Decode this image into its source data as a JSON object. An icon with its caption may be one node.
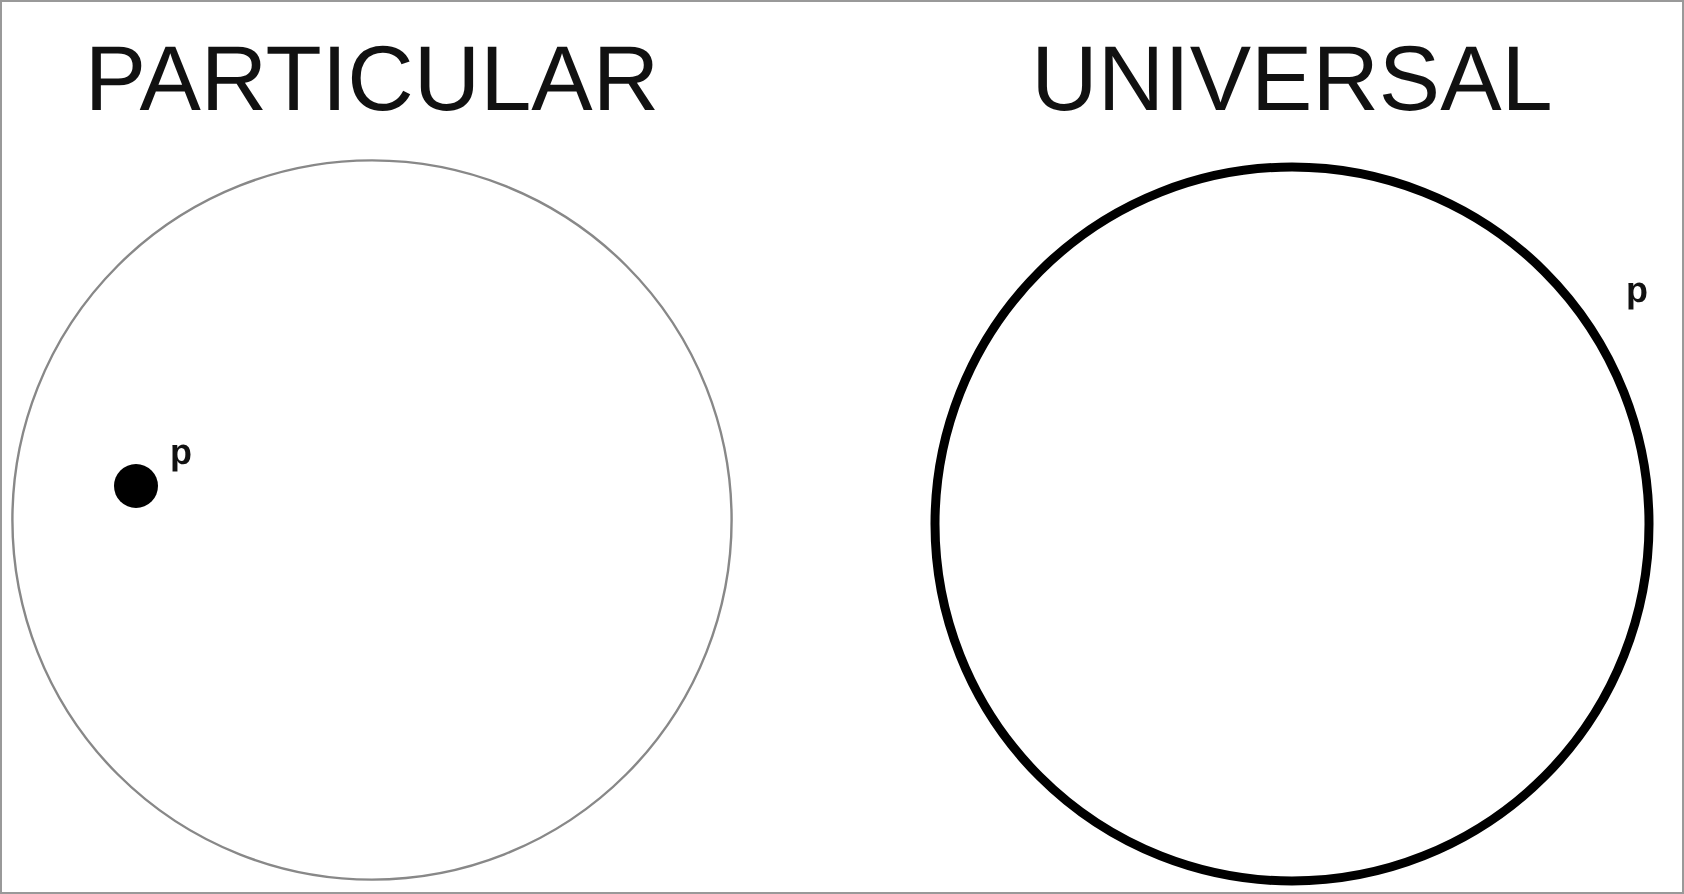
{
  "diagram": {
    "nodes": [
      {
        "text": [
          "PARTICULAR"
        ]
      },
      {
        "text": [
          "UNIVERSAL"
        ]
      },
      {
        "text": [],
        "shape": "circle",
        "beside": [
          "p"
        ],
        "in": 0
      }
    ],
    "labels": [
      "p"
    ]
  }
}
